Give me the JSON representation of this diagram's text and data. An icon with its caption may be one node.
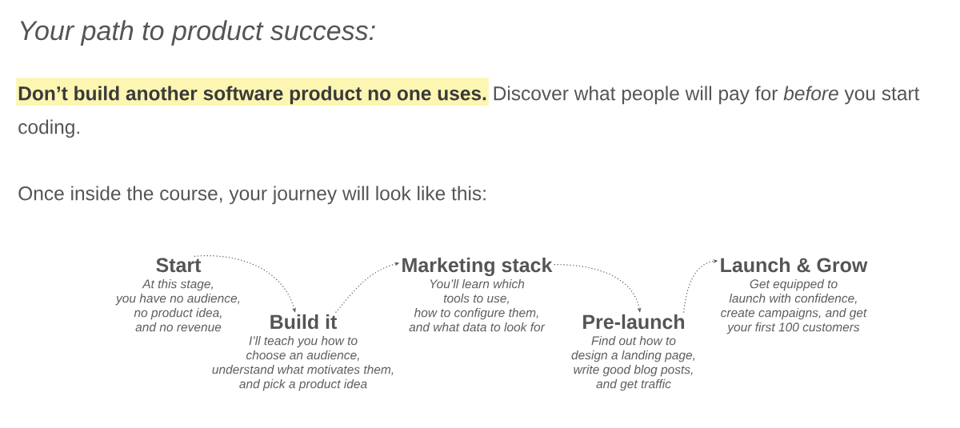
{
  "diagram": {
    "title": "Your path to product success:",
    "nodes": [
      {
        "text": [
          "Start",
          "At this stage, you have no audience, no product idea, and no revenue"
        ]
      },
      {
        "text": [
          "Build it",
          "I’ll teach you how to choose an audience, understand what motivates them, and pick a product idea"
        ]
      },
      {
        "text": [
          "Marketing stack",
          "You’ll learn which tools to use, how to configure them, and what data to look for"
        ]
      },
      {
        "text": [
          "Pre-launch",
          "Find out how to design a landing page, write good blog posts, and get traffic"
        ]
      },
      {
        "text": [
          "Launch & Grow",
          "Get equipped to launch with confidence, create campaigns, and get your first 100 customers"
        ]
      }
    ],
    "edges": [
      {
        "from": 0,
        "to": 1,
        "arrow": "to"
      },
      {
        "from": 1,
        "to": 2,
        "arrow": "to"
      },
      {
        "from": 2,
        "to": 3,
        "arrow": "to"
      },
      {
        "from": 3,
        "to": 4,
        "arrow": "to"
      }
    ],
    "labels": [
      "**Don’t build another software product no one uses.** Discover what people will pay for *before* you start coding.",
      "Once inside the course, your journey will look like this:"
    ]
  }
}
